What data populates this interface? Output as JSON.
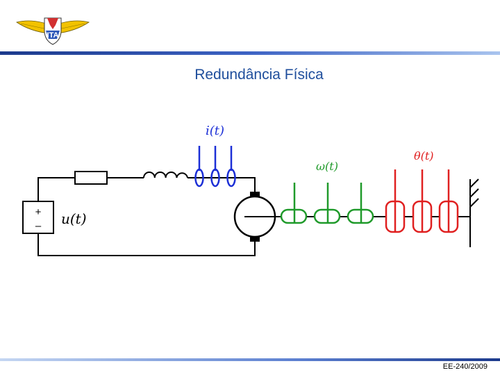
{
  "slide": {
    "title": "Redundância Física",
    "footer": "EE-240/2009"
  },
  "logo": {
    "text": "ITA",
    "icon": "ita-wings-logo-icon"
  },
  "diagram": {
    "labels": {
      "current": "i(t)",
      "voltage": "u(t)",
      "omega": "ω(t)",
      "theta": "θ(t)",
      "plus": "+",
      "minus": "–"
    },
    "colors": {
      "circuit": "#000000",
      "current_sensors": "#1c2fd6",
      "speed_sensors": "#1f9a2a",
      "position_sensors": "#e02020"
    },
    "redundant_sensor_counts": {
      "current": 3,
      "speed": 3,
      "position": 3
    }
  }
}
